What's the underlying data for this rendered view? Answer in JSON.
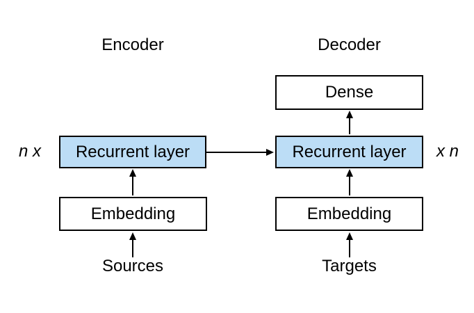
{
  "diagram": {
    "encoder": {
      "title": "Encoder",
      "multiplier_label": "n x",
      "recurrent_layer_label": "Recurrent layer",
      "embedding_label": "Embedding",
      "input_label": "Sources"
    },
    "decoder": {
      "title": "Decoder",
      "multiplier_label": "x n",
      "dense_label": "Dense",
      "recurrent_layer_label": "Recurrent layer",
      "embedding_label": "Embedding",
      "input_label": "Targets"
    },
    "colors": {
      "background": "#ffffff",
      "box_border": "#000000",
      "line_color": "#000000",
      "recurrent_fill": "#bcddf6",
      "text_color": "#000000"
    }
  }
}
